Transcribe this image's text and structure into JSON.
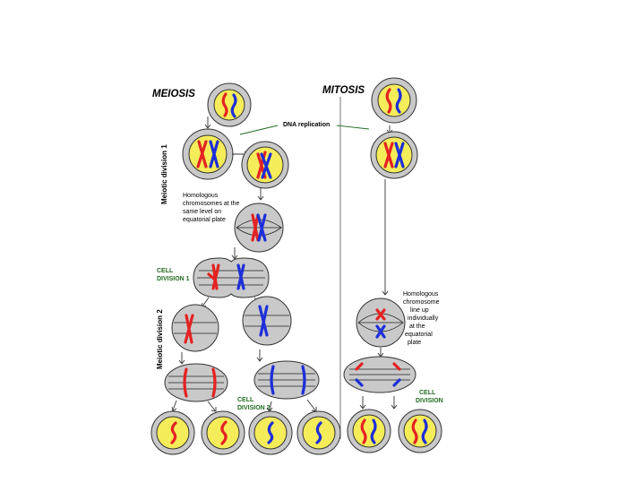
{
  "labels": {
    "meiosis": "MEIOSIS",
    "mitosis": "MITOSIS",
    "dna_replication": "DNA replication",
    "meiotic_division_1": "Meiotic division 1",
    "meiotic_division_2": "Meiotic division 2",
    "homologous_note_line1": "Homologous",
    "homologous_note_line2": "chromosomes at the",
    "homologous_note_line3": "same level on",
    "homologous_note_line4": "equatorial plate",
    "cell_division_1_line1": "CELL",
    "cell_division_1_line2": "DIVISION 1",
    "cell_division_2_line1": "CELL",
    "cell_division_2_line2": "DIVISION 2",
    "mitosis_note_line1": "Homologous",
    "mitosis_note_line2": "chromosome",
    "mitosis_note_line3": "line up",
    "mitosis_note_line4": "individually",
    "mitosis_note_line5": "at the",
    "mitosis_note_line6": "equatorial",
    "mitosis_note_line7": "plate",
    "cell_division_line1": "CELL",
    "cell_division_line2": "DIVISION"
  },
  "colors": {
    "maternal_chromosome": "#e32222",
    "paternal_chromosome": "#1d2fd8",
    "nucleus": "#f5ec5a",
    "cytoplasm": "#c9c9c9",
    "stage_label": "#1f6b1f"
  }
}
